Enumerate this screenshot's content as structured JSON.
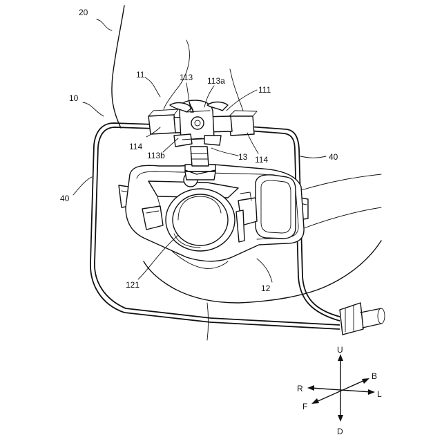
{
  "labels": {
    "l20": "20",
    "l10": "10",
    "l11": "11",
    "l113": "113",
    "l113a": "113a",
    "l111": "111",
    "l114_left": "114",
    "l113b": "113b",
    "l13": "13",
    "l114_right": "114",
    "l40_right": "40",
    "l40_left": "40",
    "l121": "121",
    "l12": "12"
  },
  "directions": {
    "up": "U",
    "down": "D",
    "right_side": "R",
    "left_side": "L",
    "front": "F",
    "back": "B"
  }
}
